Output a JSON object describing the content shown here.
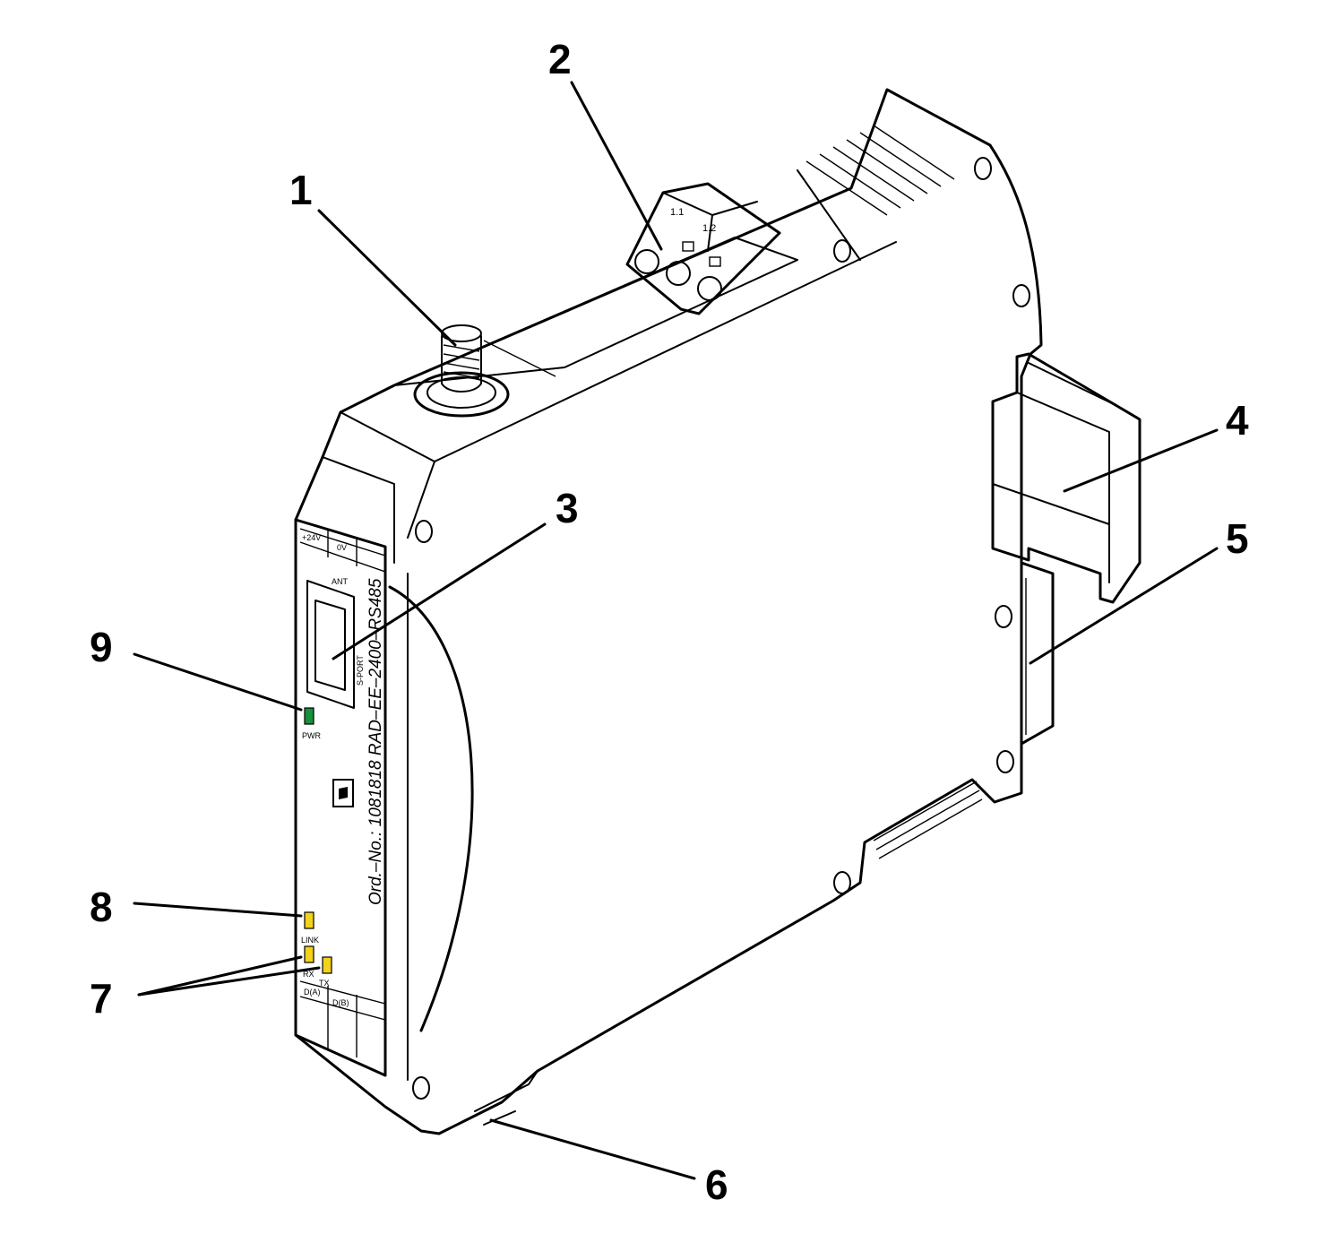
{
  "callouts": [
    {
      "id": "1",
      "label": "1"
    },
    {
      "id": "2",
      "label": "2"
    },
    {
      "id": "3",
      "label": "3"
    },
    {
      "id": "4",
      "label": "4"
    },
    {
      "id": "5",
      "label": "5"
    },
    {
      "id": "6",
      "label": "6"
    },
    {
      "id": "7",
      "label": "7"
    },
    {
      "id": "8",
      "label": "8"
    },
    {
      "id": "9",
      "label": "9"
    }
  ],
  "terminals": {
    "top_left": "1.1",
    "top_right": "1.2",
    "plus24v": "+24V",
    "zero_v": "0V",
    "ant": "ANT",
    "d_a": "D(A)",
    "d_b": "D(B)"
  },
  "port_label": "S-PORT",
  "leds": {
    "pwr": "PWR",
    "link": "LINK",
    "rx": "RX",
    "tx": "TX"
  },
  "product_text": "Ord.–No.: 1081818  RAD–EE–2400–RS485",
  "colors": {
    "outline": "#000000",
    "background": "#ffffff",
    "led_green": "#1a8f3c",
    "led_yellow": "#f2d21b"
  }
}
